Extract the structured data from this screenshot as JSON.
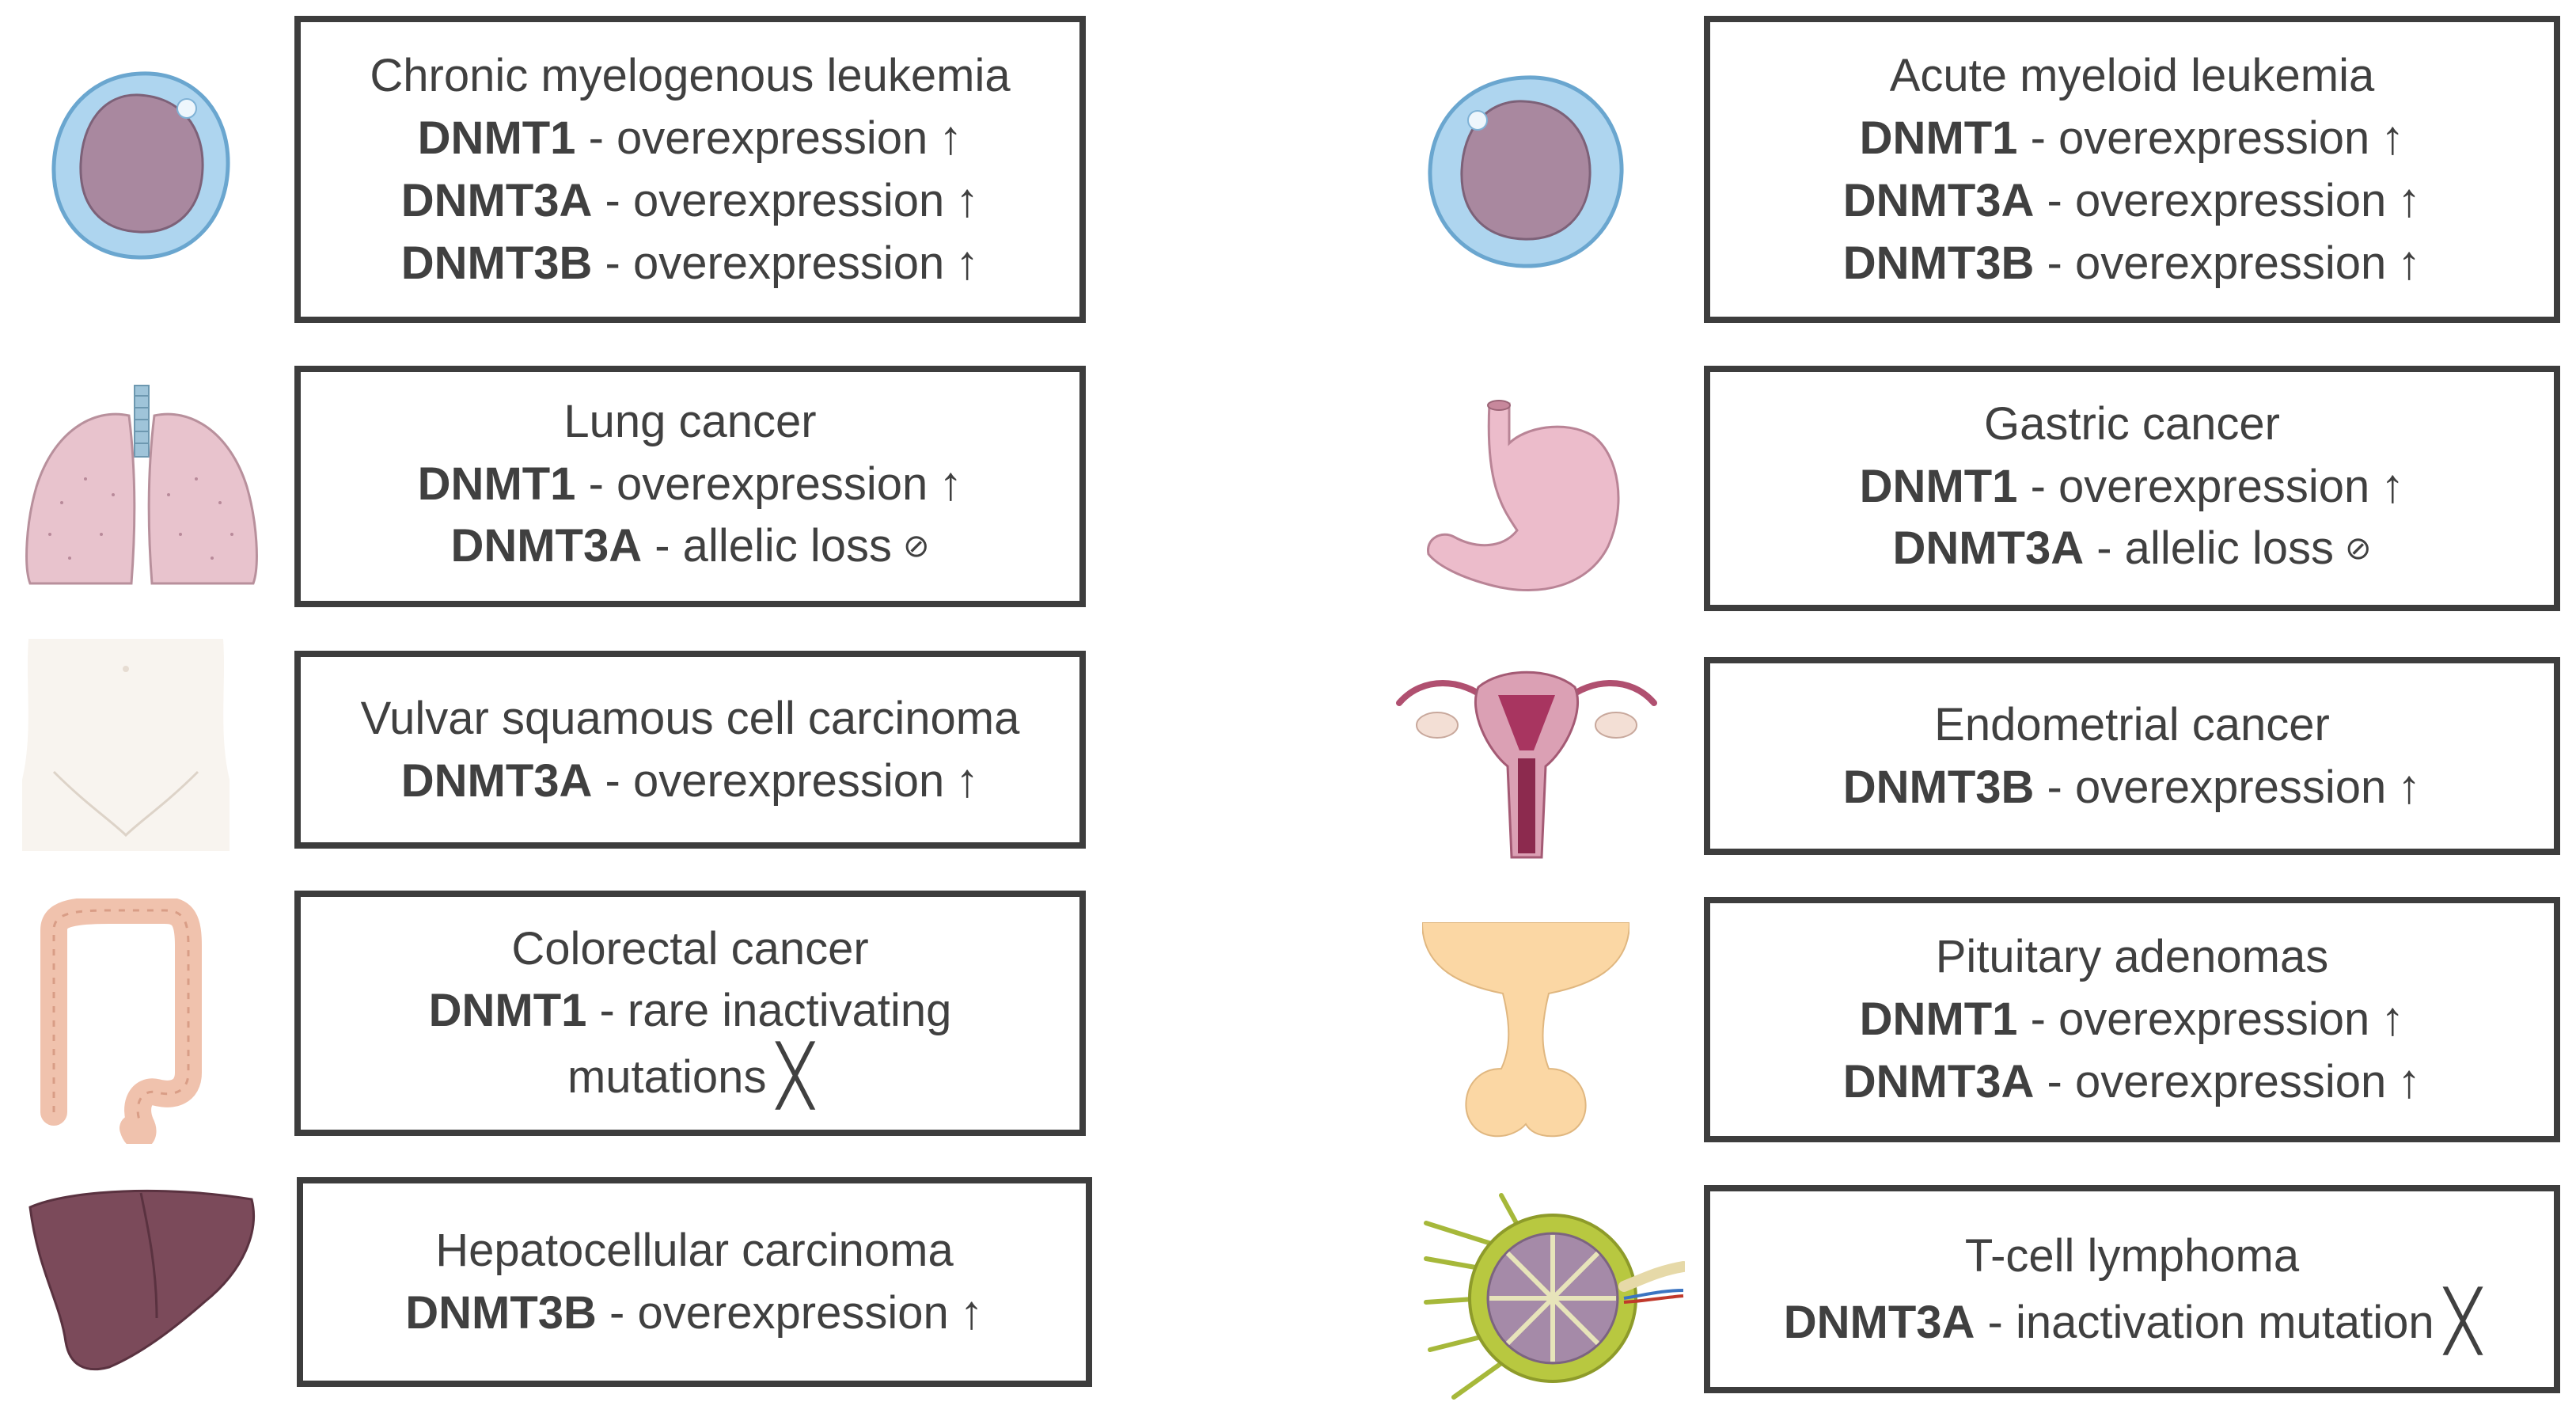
{
  "colors": {
    "box_border": "#3d3d3d",
    "text": "#404040"
  },
  "symbols": {
    "up": "↑",
    "null": "⊘",
    "cross": "╳"
  },
  "entries": [
    {
      "id": "cml",
      "icon": "cell-icon",
      "title": "Chronic myelogenous leukemia",
      "lines": [
        {
          "gene": "DNMT1",
          "text": " - overexpression",
          "symbol": "↑"
        },
        {
          "gene": "DNMT3A",
          "text": " - overexpression",
          "symbol": "↑"
        },
        {
          "gene": "DNMT3B",
          "text": " - overexpression",
          "symbol": "↑"
        }
      ]
    },
    {
      "id": "lung",
      "icon": "lungs-icon",
      "title": "Lung cancer",
      "lines": [
        {
          "gene": "DNMT1",
          "text": " - overexpression",
          "symbol": "↑"
        },
        {
          "gene": "DNMT3A",
          "text": " - allelic loss",
          "symbol": "⊘"
        }
      ]
    },
    {
      "id": "vulvar",
      "icon": "pelvis-icon",
      "title": "Vulvar squamous cell carcinoma",
      "lines": [
        {
          "gene": "DNMT3A",
          "text": " - overexpression",
          "symbol": "↑"
        }
      ]
    },
    {
      "id": "colorectal",
      "icon": "colon-icon",
      "title": "Colorectal cancer",
      "lines": [
        {
          "gene": "DNMT1",
          "text": " - rare inactivating",
          "symbol": ""
        },
        {
          "gene": "",
          "text": "mutations",
          "symbol": "╳"
        }
      ]
    },
    {
      "id": "hcc",
      "icon": "liver-icon",
      "title": "Hepatocellular carcinoma",
      "lines": [
        {
          "gene": "DNMT3B",
          "text": " - overexpression",
          "symbol": "↑"
        }
      ]
    },
    {
      "id": "aml",
      "icon": "cell-icon",
      "title": "Acute myeloid leukemia",
      "lines": [
        {
          "gene": "DNMT1",
          "text": " - overexpression",
          "symbol": "↑"
        },
        {
          "gene": "DNMT3A",
          "text": " - overexpression",
          "symbol": "↑"
        },
        {
          "gene": "DNMT3B",
          "text": " - overexpression",
          "symbol": "↑"
        }
      ]
    },
    {
      "id": "gastric",
      "icon": "stomach-icon",
      "title": "Gastric cancer",
      "lines": [
        {
          "gene": "DNMT1",
          "text": " - overexpression",
          "symbol": "↑"
        },
        {
          "gene": "DNMT3A",
          "text": " - allelic loss",
          "symbol": "⊘"
        }
      ]
    },
    {
      "id": "endometrial",
      "icon": "uterus-icon",
      "title": "Endometrial cancer",
      "lines": [
        {
          "gene": "DNMT3B",
          "text": " - overexpression",
          "symbol": "↑"
        }
      ]
    },
    {
      "id": "pituitary",
      "icon": "pituitary-icon",
      "title": "Pituitary adenomas",
      "lines": [
        {
          "gene": "DNMT1",
          "text": " - overexpression",
          "symbol": "↑"
        },
        {
          "gene": "DNMT3A",
          "text": " - overexpression",
          "symbol": "↑"
        }
      ]
    },
    {
      "id": "tcell",
      "icon": "lymph-node-icon",
      "title": "T-cell lymphoma",
      "lines": [
        {
          "gene": "DNMT3A",
          "text": " - inactivation mutation",
          "symbol": "╳"
        }
      ]
    }
  ]
}
